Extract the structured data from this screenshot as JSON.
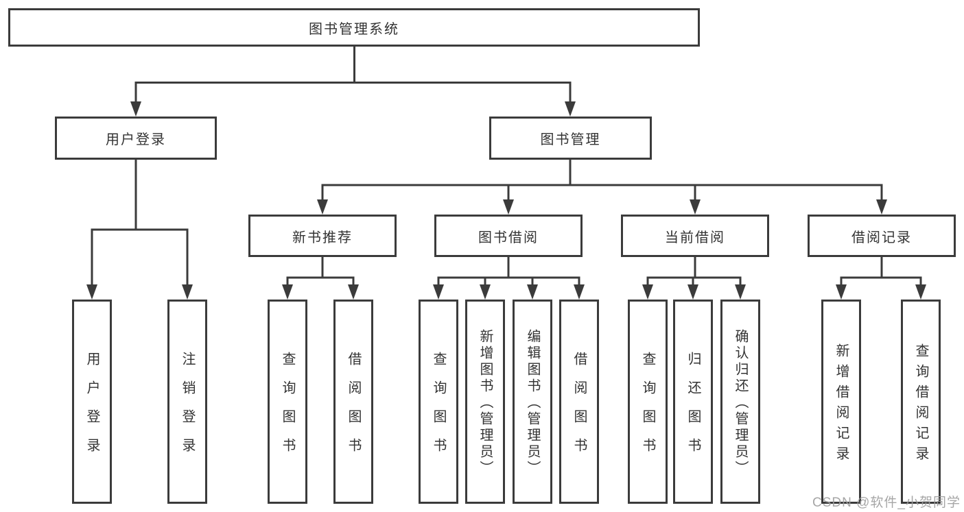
{
  "diagram": {
    "root": {
      "label": "图书管理系统"
    },
    "user_login_branch": {
      "label": "用户登录",
      "children": [
        {
          "label": "用户登录"
        },
        {
          "label": "注销登录"
        }
      ]
    },
    "book_mgmt_branch": {
      "label": "图书管理",
      "sections": [
        {
          "label": "新书推荐",
          "children": [
            {
              "label": "查询图书"
            },
            {
              "label": "借阅图书"
            }
          ]
        },
        {
          "label": "图书借阅",
          "children": [
            {
              "label": "查询图书"
            },
            {
              "label": "新增图书（管理员）"
            },
            {
              "label": "编辑图书（管理员）"
            },
            {
              "label": "借阅图书"
            }
          ]
        },
        {
          "label": "当前借阅",
          "children": [
            {
              "label": "查询图书"
            },
            {
              "label": "归还图书"
            },
            {
              "label": "确认归还（管理员）"
            }
          ]
        },
        {
          "label": "借阅记录",
          "children": [
            {
              "label": "新增借阅记录"
            },
            {
              "label": "查询借阅记录"
            }
          ]
        }
      ]
    }
  },
  "watermark": "CSDN @软件_小贺同学",
  "colors": {
    "line": "#3b3b3b",
    "text": "#333333",
    "watermark": "#9e9e9e",
    "background": "#ffffff"
  }
}
